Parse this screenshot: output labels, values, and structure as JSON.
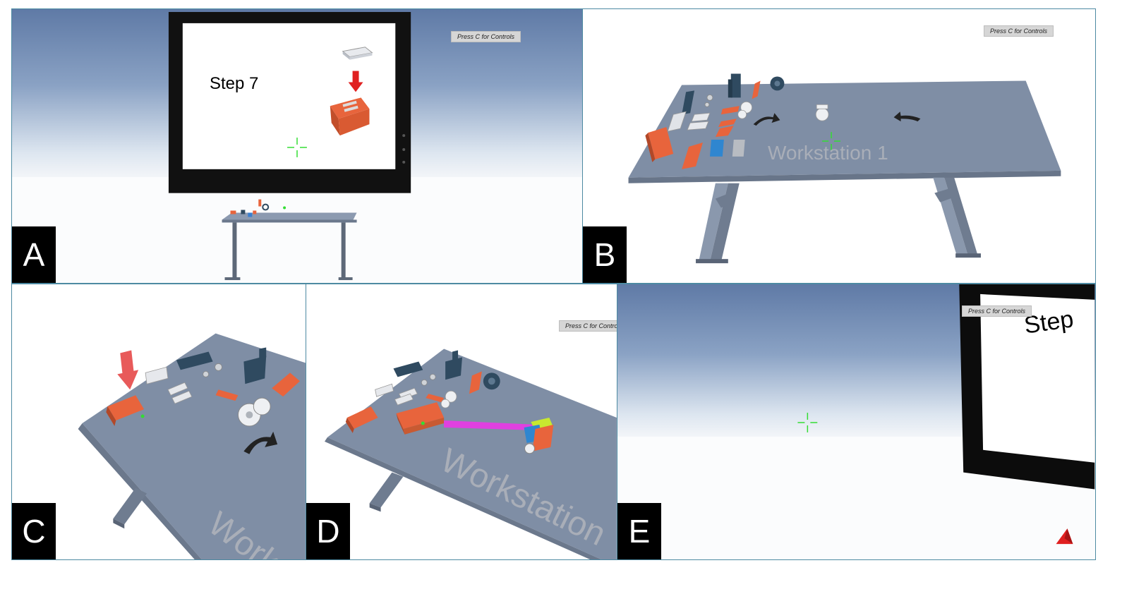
{
  "panels": {
    "a": {
      "letter": "A",
      "controls_hint": "Press C for Controls",
      "step_label": "Step 7"
    },
    "b": {
      "letter": "B",
      "controls_hint": "Press C for Controls",
      "workstation_label": "Workstation 1"
    },
    "c": {
      "letter": "C",
      "workstation_label": "Work"
    },
    "d": {
      "letter": "D",
      "controls_hint": "Press C for Controls",
      "workstation_label": "Workstation"
    },
    "e": {
      "letter": "E",
      "controls_hint": "Press C for Controls",
      "step_label": "Step"
    }
  },
  "colors": {
    "table": "#7f8ea5",
    "orange_part": "#e8643c",
    "navy_part": "#2f4a60",
    "crosshair": "#33dd33",
    "red_arrow": "#e02020",
    "pink_arrow": "#e85a5a",
    "magenta_beam": "#e040e0"
  }
}
